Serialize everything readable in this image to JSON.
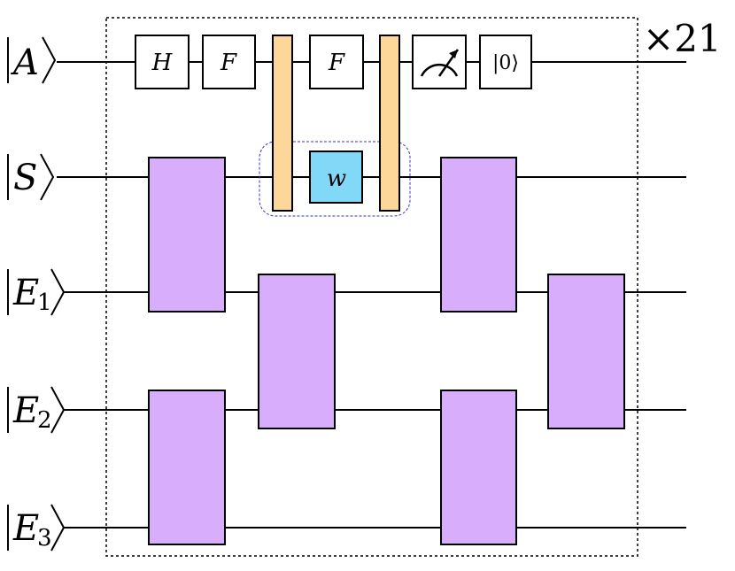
{
  "diagram": {
    "repeat_label": "×21",
    "qubits": [
      {
        "id": "A",
        "name": "A",
        "sub": ""
      },
      {
        "id": "S",
        "name": "S",
        "sub": ""
      },
      {
        "id": "E1",
        "name": "E",
        "sub": "1"
      },
      {
        "id": "E2",
        "name": "E",
        "sub": "2"
      },
      {
        "id": "E3",
        "name": "E",
        "sub": "3"
      }
    ],
    "gates": {
      "h": "H",
      "f1": "F",
      "f2": "F",
      "w": "w",
      "reset": "|0⟩"
    },
    "colors": {
      "two_qubit_gate": "#d8adfc",
      "controlled_bar": "#fdd69a",
      "w_gate": "#82d8f7",
      "dashed_box": "#000000",
      "w_group_outline": "#3333cc"
    }
  }
}
